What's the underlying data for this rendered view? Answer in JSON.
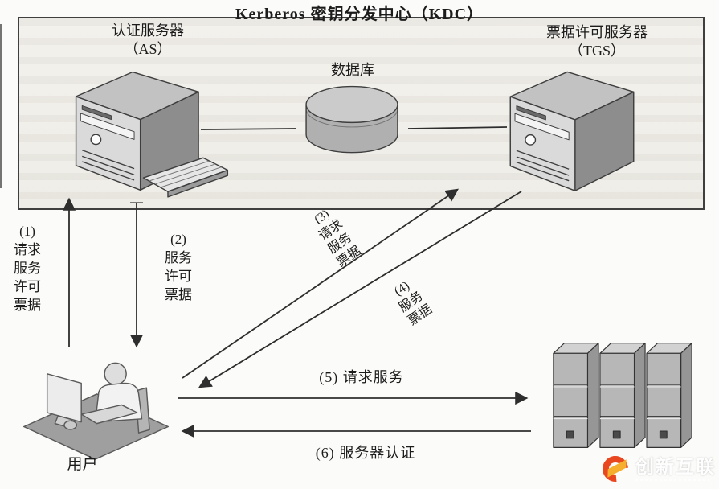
{
  "title": "Kerberos 密钥分发中心（KDC）",
  "nodes": {
    "as": {
      "line1": "认证服务器",
      "line2": "（AS）"
    },
    "tgs": {
      "line1": "票据许可服务器",
      "line2": "（TGS）"
    },
    "database": {
      "label": "数据库"
    },
    "user": {
      "label": "用户"
    }
  },
  "flows": [
    {
      "num": "(1)",
      "lines": [
        "请求",
        "服务",
        "许可",
        "票据"
      ],
      "direction": "user-to-as"
    },
    {
      "num": "(2)",
      "lines": [
        "服务",
        "许可",
        "票据"
      ],
      "direction": "as-to-user"
    },
    {
      "num": "(3)",
      "lines": [
        "请求",
        "服务",
        "票据"
      ],
      "direction": "user-to-tgs"
    },
    {
      "num": "(4)",
      "lines": [
        "服务",
        "票据"
      ],
      "direction": "tgs-to-user"
    },
    {
      "num": "(5)",
      "text": "(5) 请求服务",
      "direction": "user-to-appserver"
    },
    {
      "num": "(6)",
      "text": "(6) 服务器认证",
      "direction": "appserver-to-user"
    }
  ],
  "watermark": {
    "text": "创新互联"
  },
  "colors": {
    "line": "#2e2e2e",
    "box_border": "#3f3f3f",
    "box_bg": "#f1efe9",
    "watermark_red": "#e8380d",
    "watermark_yellow": "#f6a81c"
  }
}
